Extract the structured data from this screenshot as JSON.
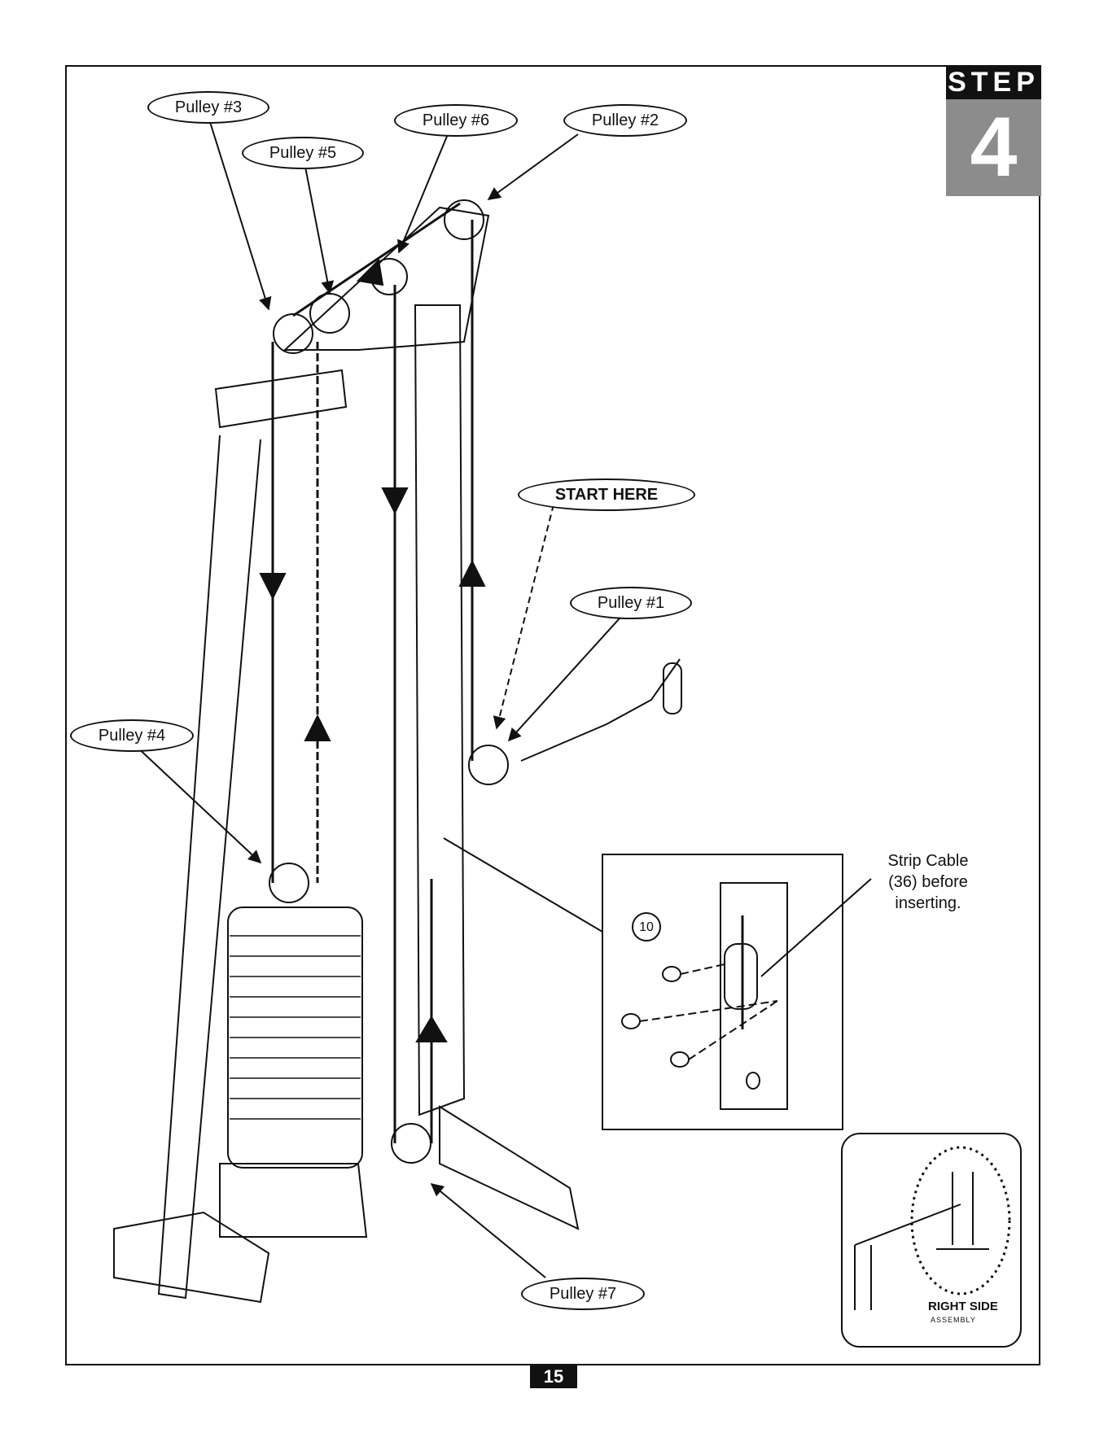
{
  "step": {
    "label": "STEP",
    "number": "4"
  },
  "callouts": {
    "pulley3": "Pulley #3",
    "pulley6": "Pulley #6",
    "pulley2": "Pulley #2",
    "pulley5": "Pulley #5",
    "start": "START HERE",
    "pulley1": "Pulley #1",
    "pulley4": "Pulley #4",
    "pulley7": "Pulley #7"
  },
  "detail": {
    "part_number": "10",
    "note_line1": "Strip Cable",
    "note_line2": "(36) before",
    "note_line3": "inserting."
  },
  "thumbnail": {
    "title": "RIGHT SIDE",
    "subtitle": "ASSEMBLY"
  },
  "page_number": "15",
  "colors": {
    "ink": "#111111",
    "step_gray": "#8c8c8c"
  }
}
